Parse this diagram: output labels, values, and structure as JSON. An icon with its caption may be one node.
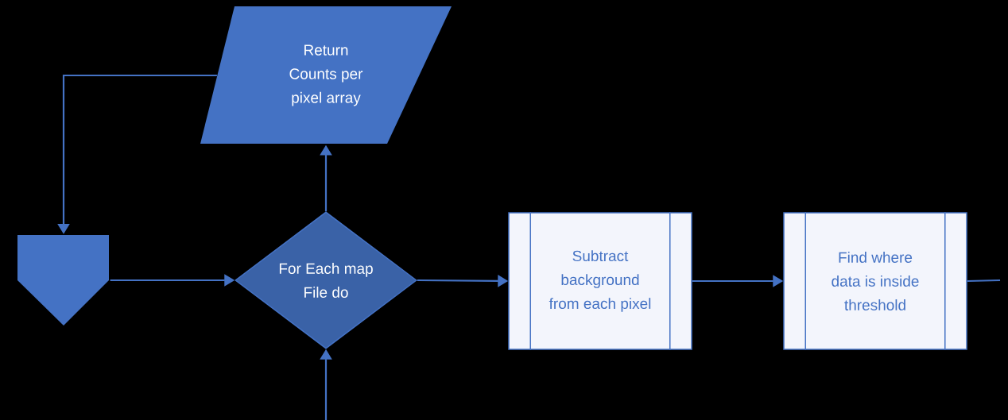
{
  "diagram": {
    "nodes": [
      {
        "text": [
          "Return Counts per pixel array"
        ]
      },
      {
        "text": [],
        "shape": "pentagon"
      },
      {
        "text": [
          "For Each map File do"
        ]
      },
      {
        "text": [
          "Subtract background from each pixel"
        ]
      },
      {
        "text": [
          "Find where data is inside threshold"
        ]
      }
    ],
    "edges": [
      {
        "from": 2,
        "to": 0,
        "arrow": "to"
      },
      {
        "from": 0,
        "to": 1,
        "arrow": "to"
      },
      {
        "from": 1,
        "to": 2,
        "arrow": "to"
      },
      {
        "from": 2,
        "to": 3,
        "arrow": "to"
      },
      {
        "from": 3,
        "to": 4,
        "arrow": "to"
      },
      {
        "from": 4,
        "to": null,
        "arrow": "none"
      },
      {
        "from": null,
        "to": 2,
        "arrow": "to"
      }
    ]
  }
}
